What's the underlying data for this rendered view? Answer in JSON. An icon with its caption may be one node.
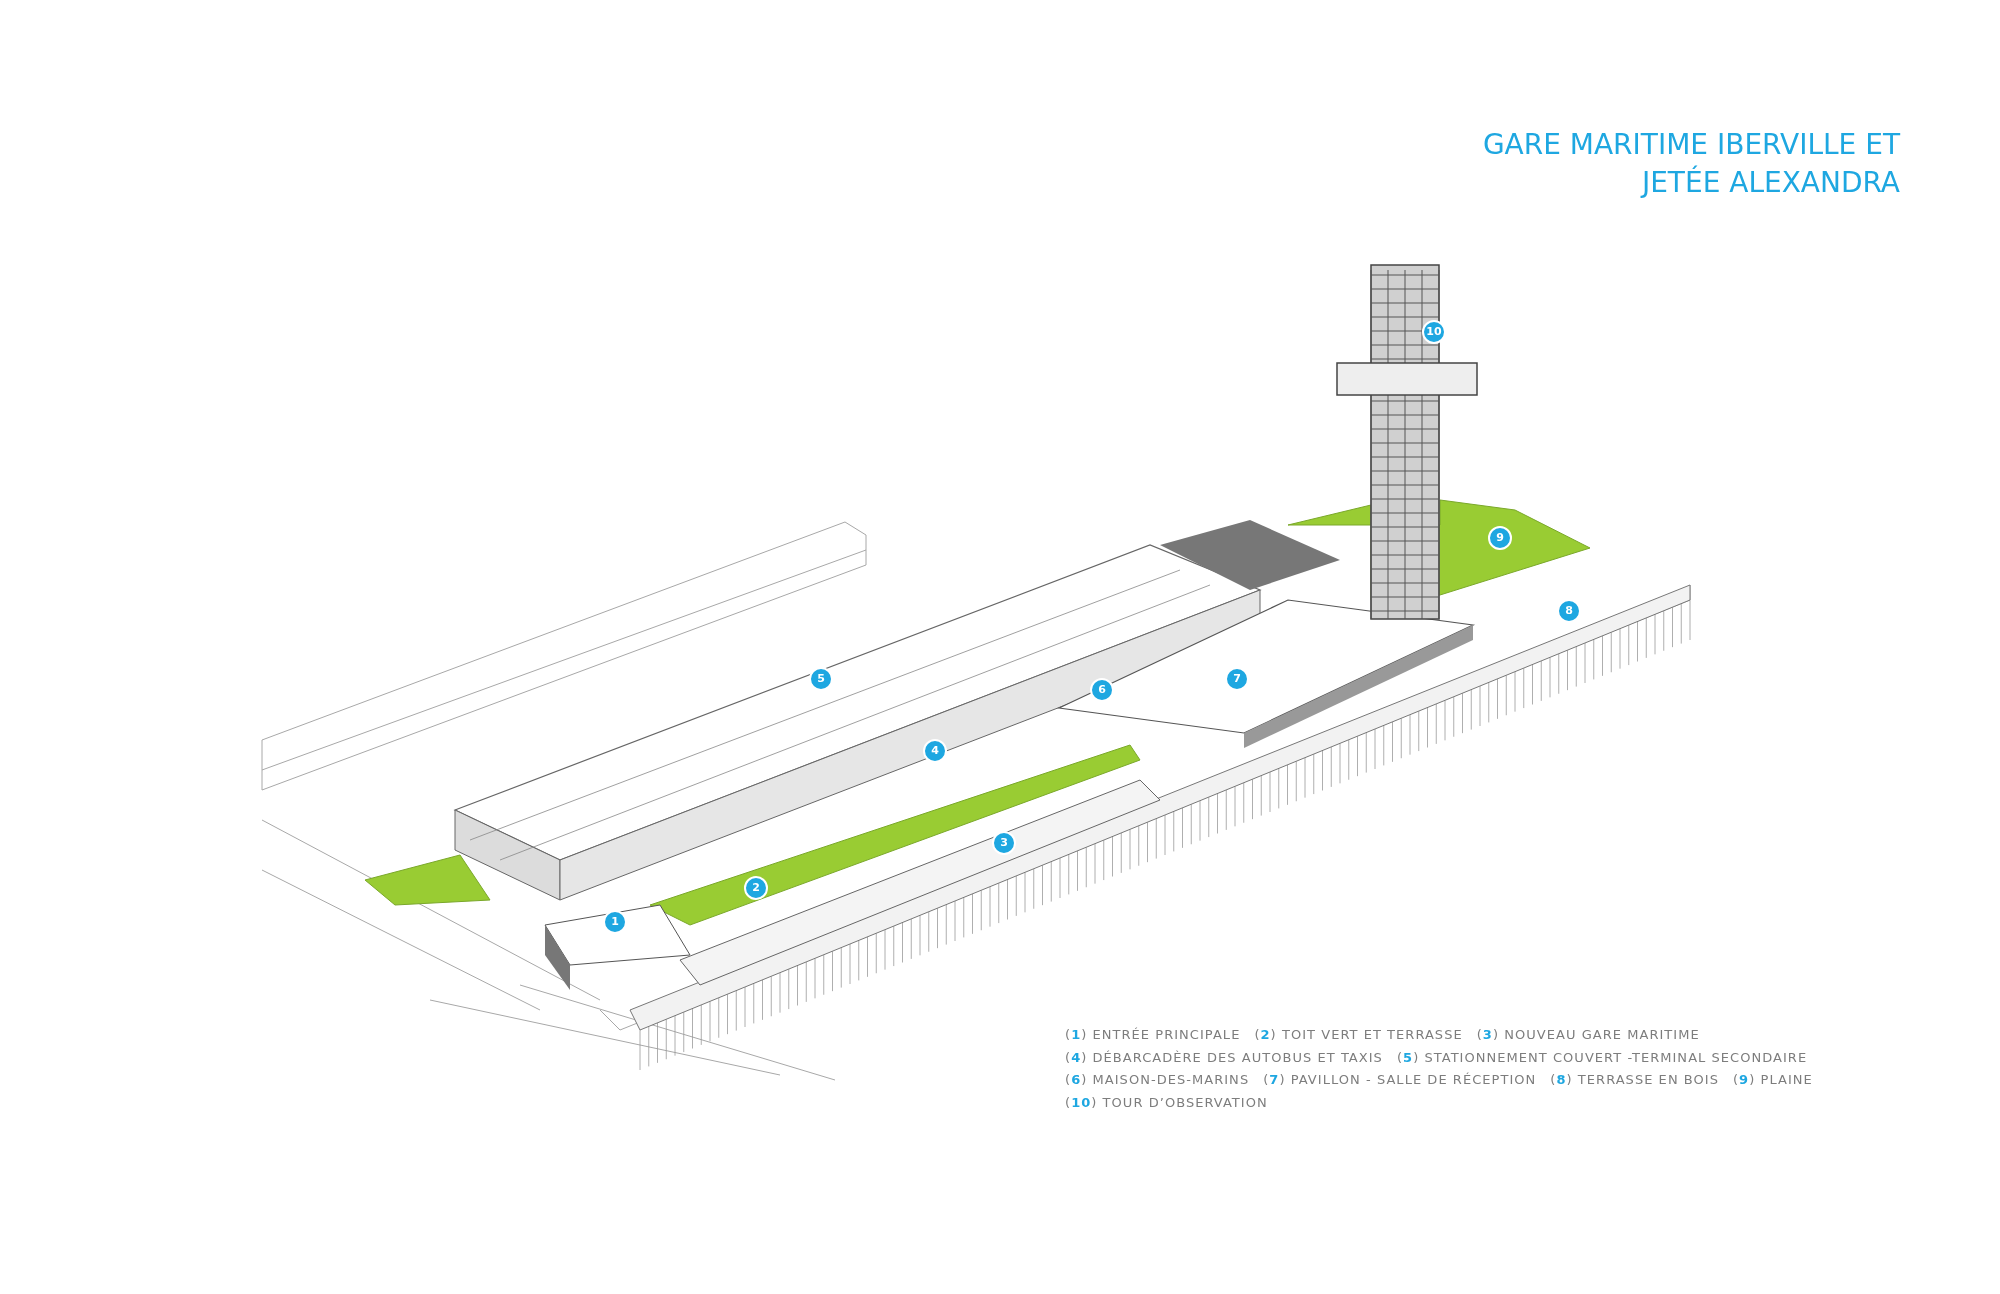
{
  "diagram": {
    "title": "GARE MARITIME IBERVILLE ET JETÉE ALEXANDRA",
    "labels": [
      "1",
      "2",
      "3",
      "4",
      "5",
      "6",
      "7",
      "8",
      "9",
      "10",
      "(1)",
      "ENTRÉE PRINCIPALE",
      "(2)",
      "TOIT VERT ET TERRASSE",
      "(3)",
      "NOUVEAU GARE MARITIME",
      "(4)",
      "DÉBARCADÈRE DES AUTOBUS ET TAXIS",
      "(5)",
      "STATIONNEMENT COUVERT -TERMINAL SECONDAIRE",
      "(6)",
      "MAISON-DES-MARINS",
      "(7)",
      "PAVILLON - SALLE DE RÉCEPTION",
      "(8)",
      "TERRASSE EN BOIS",
      "(9)",
      "PLAINE",
      "(10)",
      "TOUR D’OBSERVATION"
    ]
  }
}
